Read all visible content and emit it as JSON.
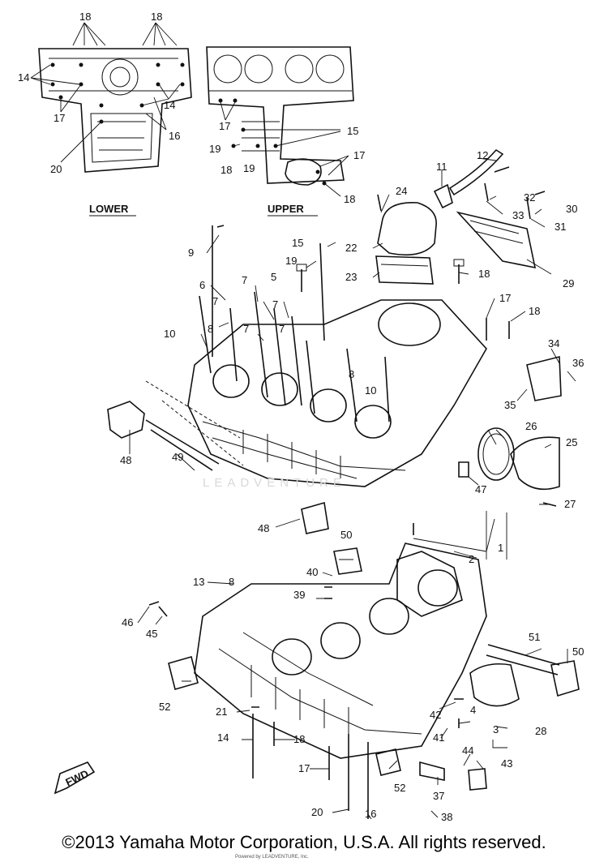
{
  "views": {
    "lower": "LOWER",
    "upper": "UPPER"
  },
  "watermark": "LEADVENTURE",
  "copyright": "©2013 Yamaha Motor Corporation, U.S.A. All rights reserved.",
  "fine_print": "Powered by LEADVENTURE, Inc.",
  "fwd_label": "FWD",
  "callouts": {
    "c18a": "18",
    "c18b": "18",
    "c14a": "14",
    "c14b": "14",
    "c17a": "17",
    "c16a": "16",
    "c20a": "20",
    "c17u": "17",
    "c15u": "15",
    "c19u1": "19",
    "c18u1": "18",
    "c19u2": "19",
    "c17u2": "17",
    "c18u2": "18",
    "c12": "12",
    "c11": "11",
    "c24": "24",
    "c32": "32",
    "c33": "33",
    "c30": "30",
    "c31": "31",
    "c29": "29",
    "c22": "22",
    "c23": "23",
    "c15": "15",
    "c19": "19",
    "c18m": "18",
    "c9": "9",
    "c6": "6",
    "c7a": "7",
    "c5": "5",
    "c7b": "7",
    "c8a": "8",
    "c7c": "7",
    "c7d": "7",
    "c10a": "10",
    "c7e": "7",
    "c17m": "17",
    "c18r": "18",
    "c34": "34",
    "c36": "36",
    "c35": "35",
    "c8b": "8",
    "c10b": "10",
    "c26": "26",
    "c25": "25",
    "c48a": "48",
    "c49": "49",
    "c47": "47",
    "c27": "27",
    "c48b": "48",
    "c50a": "50",
    "c1": "1",
    "c2": "2",
    "c40": "40",
    "c13": "13",
    "c8c": "8",
    "c39": "39",
    "c46": "46",
    "c45": "45",
    "c51": "51",
    "c50b": "50",
    "c52a": "52",
    "c21": "21",
    "c42": "42",
    "c4": "4",
    "c28": "28",
    "c14": "14",
    "c18l": "18",
    "c41": "41",
    "c3": "3",
    "c44": "44",
    "c17l": "17",
    "c43": "43",
    "c52b": "52",
    "c37": "37",
    "c20": "20",
    "c16": "16",
    "c38": "38"
  }
}
